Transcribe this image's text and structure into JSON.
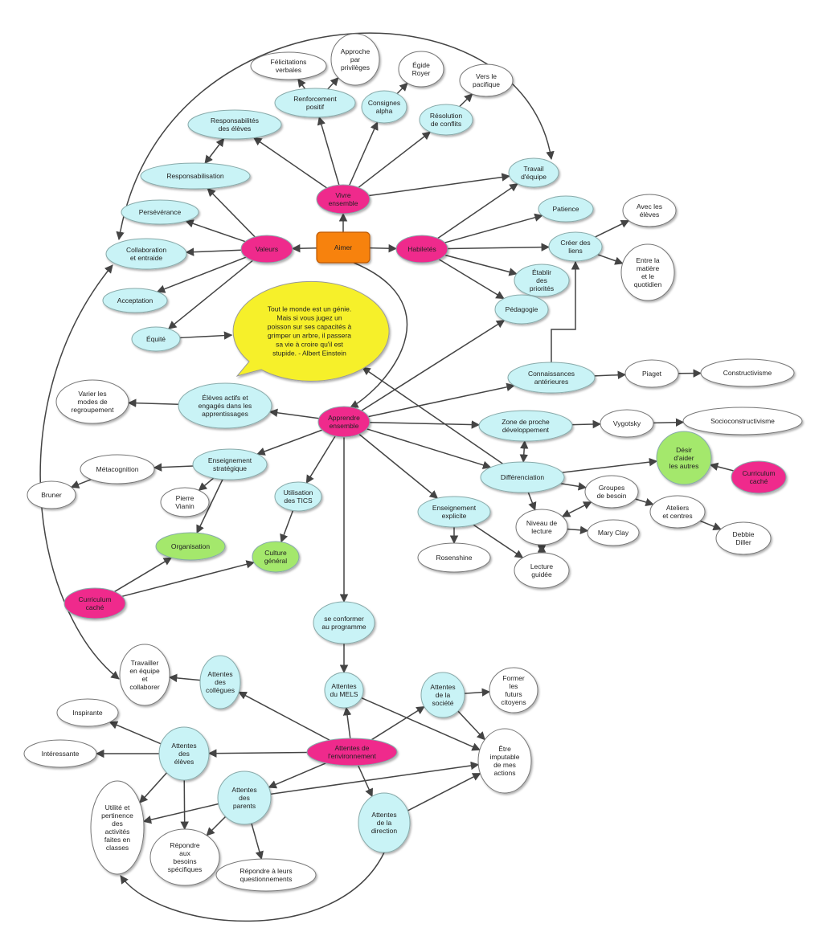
{
  "colors": {
    "root": "#f7820f",
    "core": "#ef2a8c",
    "topic": "#c9f3f6",
    "detail": "#ffffff",
    "hidden": "#a4e86c",
    "quote": "#f6f02a",
    "line": "#444444"
  },
  "nodes": [
    {
      "id": "aimer",
      "label": "Aimer",
      "kind": "root"
    },
    {
      "id": "vivre",
      "label": "Vivre ensemble",
      "kind": "core"
    },
    {
      "id": "valeurs",
      "label": "Valeurs",
      "kind": "core"
    },
    {
      "id": "habiletes",
      "label": "Habiletés",
      "kind": "core"
    },
    {
      "id": "respEleves",
      "label": "Responsabilités des élèves",
      "kind": "topic"
    },
    {
      "id": "responsabilisation",
      "label": "Responsabilisation",
      "kind": "topic"
    },
    {
      "id": "perseverance",
      "label": "Persévérance",
      "kind": "topic"
    },
    {
      "id": "collaboration",
      "label": "Collaboration et entraide",
      "kind": "topic"
    },
    {
      "id": "acceptation",
      "label": "Acceptation",
      "kind": "topic"
    },
    {
      "id": "equite",
      "label": "Équité",
      "kind": "topic"
    },
    {
      "id": "renforcement",
      "label": "Renforcement positif",
      "kind": "topic"
    },
    {
      "id": "felicitations",
      "label": "Félicitations verbales",
      "kind": "detail"
    },
    {
      "id": "approche",
      "label": "Approche par privilèges",
      "kind": "detail"
    },
    {
      "id": "consignes",
      "label": "Consignes alpha",
      "kind": "topic"
    },
    {
      "id": "egide",
      "label": "Égide Royer",
      "kind": "detail"
    },
    {
      "id": "resolution",
      "label": "Résolution de conflits",
      "kind": "topic"
    },
    {
      "id": "verspacifique",
      "label": "Vers le pacifique",
      "kind": "detail"
    },
    {
      "id": "travail",
      "label": "Travail d'équipe",
      "kind": "topic"
    },
    {
      "id": "patience",
      "label": "Patience",
      "kind": "topic"
    },
    {
      "id": "creer",
      "label": "Créer des liens",
      "kind": "topic"
    },
    {
      "id": "avec",
      "label": "Avec les élèves",
      "kind": "detail"
    },
    {
      "id": "entre",
      "label": "Entre la matière et le quotidien",
      "kind": "detail"
    },
    {
      "id": "etablir",
      "label": "Établir des priorités",
      "kind": "topic"
    },
    {
      "id": "pedagogie",
      "label": "Pédagogie",
      "kind": "topic"
    },
    {
      "id": "quote",
      "label": "Tout le monde est un génie. Mais si vous jugez un poisson sur ses capacités à grimper un arbre, il passera sa vie à croire qu'il est stupide. - Albert Einstein",
      "kind": "quote"
    },
    {
      "id": "connaissances",
      "label": "Connaissances antérieures",
      "kind": "topic"
    },
    {
      "id": "piaget",
      "label": "Piaget",
      "kind": "detail"
    },
    {
      "id": "constructivisme",
      "label": "Constructivisme",
      "kind": "detail"
    },
    {
      "id": "zone",
      "label": "Zone de proche développement",
      "kind": "topic"
    },
    {
      "id": "vygotsky",
      "label": "Vygotsky",
      "kind": "detail"
    },
    {
      "id": "socio",
      "label": "Socioconstructivisme",
      "kind": "detail"
    },
    {
      "id": "desir",
      "label": "Désir d'aider les autres",
      "kind": "hidden"
    },
    {
      "id": "curriculum2",
      "label": "Curriculum caché",
      "kind": "core"
    },
    {
      "id": "differenciation",
      "label": "Différenciation",
      "kind": "topic"
    },
    {
      "id": "groupes",
      "label": "Groupes de besoin",
      "kind": "detail"
    },
    {
      "id": "ateliers",
      "label": "Ateliers et centres",
      "kind": "detail"
    },
    {
      "id": "debbie",
      "label": "Debbie Diller",
      "kind": "detail"
    },
    {
      "id": "niveau",
      "label": "Niveau de lecture",
      "kind": "detail"
    },
    {
      "id": "mary",
      "label": "Mary Clay",
      "kind": "detail"
    },
    {
      "id": "lecture",
      "label": "Lecture guidée",
      "kind": "detail"
    },
    {
      "id": "enseignExpl",
      "label": "Enseignement explicite",
      "kind": "topic"
    },
    {
      "id": "rosenshine",
      "label": "Rosenshine",
      "kind": "detail"
    },
    {
      "id": "apprendre",
      "label": "Apprendre ensemble",
      "kind": "core"
    },
    {
      "id": "elevesActifs",
      "label": "Élèves actifs et engagés dans les apprentissages",
      "kind": "topic"
    },
    {
      "id": "varier",
      "label": "Varier les modes de regroupement",
      "kind": "detail"
    },
    {
      "id": "ensStrat",
      "label": "Enseignement stratégique",
      "kind": "topic"
    },
    {
      "id": "meta",
      "label": "Métacognition",
      "kind": "detail"
    },
    {
      "id": "bruner",
      "label": "Bruner",
      "kind": "detail"
    },
    {
      "id": "pierre",
      "label": "Pierre Vianin",
      "kind": "detail"
    },
    {
      "id": "tics",
      "label": "Utilisation des TICS",
      "kind": "topic"
    },
    {
      "id": "organisation",
      "label": "Organisation",
      "kind": "hidden"
    },
    {
      "id": "culture",
      "label": "Culture général",
      "kind": "hidden"
    },
    {
      "id": "curriculum1",
      "label": "Curriculum caché",
      "kind": "core"
    },
    {
      "id": "seconformer",
      "label": "se conformer au programme",
      "kind": "topic"
    },
    {
      "id": "mels",
      "label": "Attentes du MELS",
      "kind": "topic"
    },
    {
      "id": "collegues",
      "label": "Attentes des collègues",
      "kind": "topic"
    },
    {
      "id": "travailler",
      "label": "Travailler en équipe et collaborer",
      "kind": "detail"
    },
    {
      "id": "societe",
      "label": "Attentes de la société",
      "kind": "topic"
    },
    {
      "id": "former",
      "label": "Former les futurs citoyens",
      "kind": "detail"
    },
    {
      "id": "etre",
      "label": "Être imputable de mes actions",
      "kind": "detail"
    },
    {
      "id": "environnement",
      "label": "Attentes de l'environnement",
      "kind": "core"
    },
    {
      "id": "elevesAtt",
      "label": "Attentes des élèves",
      "kind": "topic"
    },
    {
      "id": "inspirante",
      "label": "Inspirante",
      "kind": "detail"
    },
    {
      "id": "interessante",
      "label": "Intéressante",
      "kind": "detail"
    },
    {
      "id": "utilite",
      "label": "Utilité et pertinence des activités faites en classes",
      "kind": "detail"
    },
    {
      "id": "parents",
      "label": "Attentes des parents",
      "kind": "topic"
    },
    {
      "id": "direction",
      "label": "Attentes de la direction",
      "kind": "topic"
    },
    {
      "id": "repondre1",
      "label": "Répondre aux besoins spécifiques",
      "kind": "detail"
    },
    {
      "id": "repondre2",
      "label": "Répondre à leurs questionnements",
      "kind": "detail"
    }
  ],
  "edges": [
    [
      "aimer",
      "vivre"
    ],
    [
      "aimer",
      "valeurs"
    ],
    [
      "aimer",
      "habiletes"
    ],
    [
      "aimer",
      "apprendre",
      "curve"
    ],
    [
      "vivre",
      "respEleves"
    ],
    [
      "vivre",
      "renforcement"
    ],
    [
      "vivre",
      "consignes"
    ],
    [
      "vivre",
      "resolution"
    ],
    [
      "vivre",
      "travail"
    ],
    [
      "renforcement",
      "felicitations"
    ],
    [
      "renforcement",
      "approche"
    ],
    [
      "consignes",
      "egide"
    ],
    [
      "resolution",
      "verspacifique"
    ],
    [
      "valeurs",
      "responsabilisation"
    ],
    [
      "valeurs",
      "perseverance"
    ],
    [
      "valeurs",
      "collaboration"
    ],
    [
      "valeurs",
      "acceptation"
    ],
    [
      "valeurs",
      "equite"
    ],
    [
      "responsabilisation",
      "respEleves",
      "both"
    ],
    [
      "equite",
      "quote"
    ],
    [
      "habiletes",
      "travail"
    ],
    [
      "habiletes",
      "patience"
    ],
    [
      "habiletes",
      "creer"
    ],
    [
      "habiletes",
      "etablir"
    ],
    [
      "habiletes",
      "pedagogie"
    ],
    [
      "creer",
      "avec"
    ],
    [
      "creer",
      "entre"
    ],
    [
      "connaissances",
      "creer",
      "elbow"
    ],
    [
      "apprendre",
      "pedagogie"
    ],
    [
      "apprendre",
      "connaissances"
    ],
    [
      "apprendre",
      "zone"
    ],
    [
      "apprendre",
      "differenciation"
    ],
    [
      "apprendre",
      "enseignExpl"
    ],
    [
      "apprendre",
      "seconformer"
    ],
    [
      "apprendre",
      "tics"
    ],
    [
      "apprendre",
      "ensStrat"
    ],
    [
      "apprendre",
      "elevesActifs"
    ],
    [
      "differenciation",
      "quote"
    ],
    [
      "zone",
      "differenciation",
      "both"
    ],
    [
      "connaissances",
      "piaget"
    ],
    [
      "piaget",
      "constructivisme"
    ],
    [
      "zone",
      "vygotsky"
    ],
    [
      "vygotsky",
      "socio"
    ],
    [
      "differenciation",
      "desir"
    ],
    [
      "differenciation",
      "groupes"
    ],
    [
      "differenciation",
      "niveau"
    ],
    [
      "curriculum2",
      "desir"
    ],
    [
      "groupes",
      "ateliers"
    ],
    [
      "ateliers",
      "debbie"
    ],
    [
      "niveau",
      "groupes",
      "both"
    ],
    [
      "niveau",
      "mary"
    ],
    [
      "niveau",
      "lecture",
      "both"
    ],
    [
      "enseignExpl",
      "rosenshine"
    ],
    [
      "enseignExpl",
      "lecture"
    ],
    [
      "elevesActifs",
      "varier"
    ],
    [
      "ensStrat",
      "meta"
    ],
    [
      "ensStrat",
      "pierre"
    ],
    [
      "ensStrat",
      "organisation"
    ],
    [
      "meta",
      "bruner"
    ],
    [
      "tics",
      "culture"
    ],
    [
      "curriculum1",
      "organisation"
    ],
    [
      "curriculum1",
      "culture"
    ],
    [
      "seconformer",
      "mels"
    ],
    [
      "environnement",
      "mels"
    ],
    [
      "environnement",
      "collegues"
    ],
    [
      "environnement",
      "societe"
    ],
    [
      "environnement",
      "elevesAtt"
    ],
    [
      "environnement",
      "parents"
    ],
    [
      "environnement",
      "direction"
    ],
    [
      "mels",
      "etre"
    ],
    [
      "societe",
      "former"
    ],
    [
      "societe",
      "etre"
    ],
    [
      "collegues",
      "travailler"
    ],
    [
      "elevesAtt",
      "inspirante"
    ],
    [
      "elevesAtt",
      "interessante"
    ],
    [
      "elevesAtt",
      "utilite"
    ],
    [
      "elevesAtt",
      "repondre1"
    ],
    [
      "parents",
      "etre"
    ],
    [
      "parents",
      "utilite"
    ],
    [
      "parents",
      "repondre1"
    ],
    [
      "parents",
      "repondre2"
    ],
    [
      "direction",
      "etre"
    ],
    [
      "travail",
      "collaboration",
      "arcTop"
    ],
    [
      "travailler",
      "collaboration",
      "arcLeft"
    ],
    [
      "direction",
      "utilite",
      "arcBottom"
    ]
  ]
}
